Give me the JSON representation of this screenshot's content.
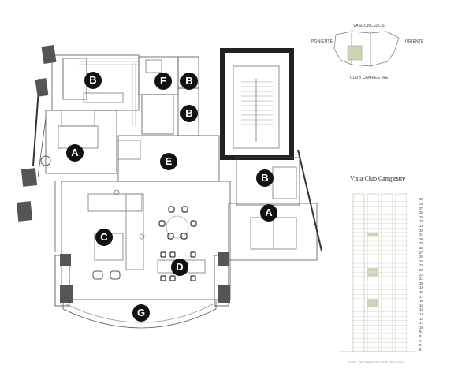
{
  "plan": {
    "room_labels": [
      {
        "id": "b1",
        "text": "B"
      },
      {
        "id": "f1",
        "text": "F"
      },
      {
        "id": "b2",
        "text": "B"
      },
      {
        "id": "b3",
        "text": "B"
      },
      {
        "id": "a1",
        "text": "A"
      },
      {
        "id": "e1",
        "text": "E"
      },
      {
        "id": "b4",
        "text": "B"
      },
      {
        "id": "a2",
        "text": "A"
      },
      {
        "id": "c1",
        "text": "C"
      },
      {
        "id": "d1",
        "text": "D"
      },
      {
        "id": "g1",
        "text": "G"
      }
    ]
  },
  "location_key": {
    "north": "VASCONCELOS",
    "west": "PONIENTE",
    "east": "ORIENTE",
    "south": "CLUB CAMPESTRE"
  },
  "tower": {
    "title": "Vista Club Campestre",
    "floors": [
      "39",
      "38",
      "37",
      "36",
      "35",
      "34",
      "33",
      "32",
      "31",
      "30",
      "29",
      "28",
      "27",
      "26",
      "25",
      "24",
      "23",
      "22",
      "21",
      "20",
      "19",
      "18",
      "17",
      "16",
      "15",
      "14",
      "13",
      "12",
      "11",
      "10",
      "9",
      "8",
      "7",
      "6",
      "5"
    ],
    "highlighted_floors": [
      "31",
      "23",
      "22",
      "16",
      "15"
    ],
    "footer": "TOTAL DE UNIDADES POR TIPOLOGIA",
    "colors": {
      "highlight": "#c9d6b4",
      "line": "#b7c2a4"
    }
  }
}
